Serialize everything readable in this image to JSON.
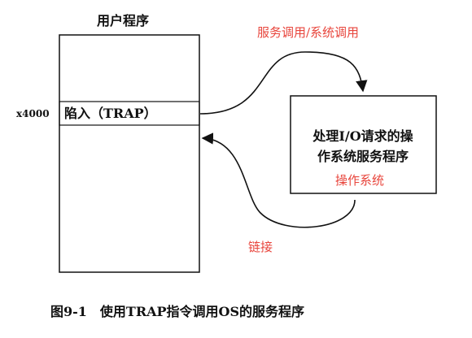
{
  "program_box": {
    "title": "用户程序",
    "address_label": "x4000",
    "trap_instruction": "陷入（TRAP）"
  },
  "os_box": {
    "line1": "处理I/O请求的操",
    "line2": "作系统服务程序",
    "label": "操作系统"
  },
  "arrows": {
    "call_label": "服务调用/系统调用",
    "return_label": "链接"
  },
  "caption": "图9-1　使用TRAP指令调用OS的服务程序",
  "colors": {
    "ink": "#111111",
    "annotation_red": "#e8453c"
  }
}
